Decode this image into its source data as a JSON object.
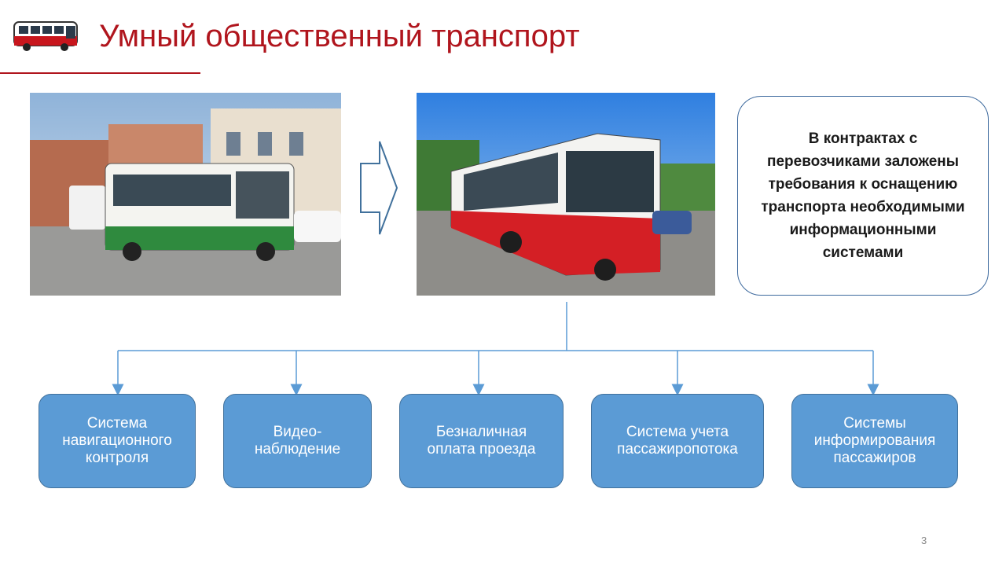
{
  "header": {
    "title": "Умный общественный транспорт",
    "accent_color": "#b0151d",
    "icon": "bus-icon"
  },
  "images": {
    "old_bus": "photo of white-green city bus on street",
    "new_bus": "photo of red-white modern city bus"
  },
  "info_box": {
    "text": "В контрактах с перевозчиками заложены требования к оснащению транспорта необходимыми информационными системами"
  },
  "systems": [
    {
      "label": "Система\nнавигационного\nконтроля"
    },
    {
      "label": "Видео-\nнаблюдение"
    },
    {
      "label": "Безналичная\nоплата проезда"
    },
    {
      "label": "Система учета\nпассажиропотока"
    },
    {
      "label": "Системы\nинформирования\nпассажиров"
    }
  ],
  "colors": {
    "node_fill": "#5b9bd5",
    "connector": "#5b9bd5"
  },
  "footer": {
    "page_number": "3"
  }
}
